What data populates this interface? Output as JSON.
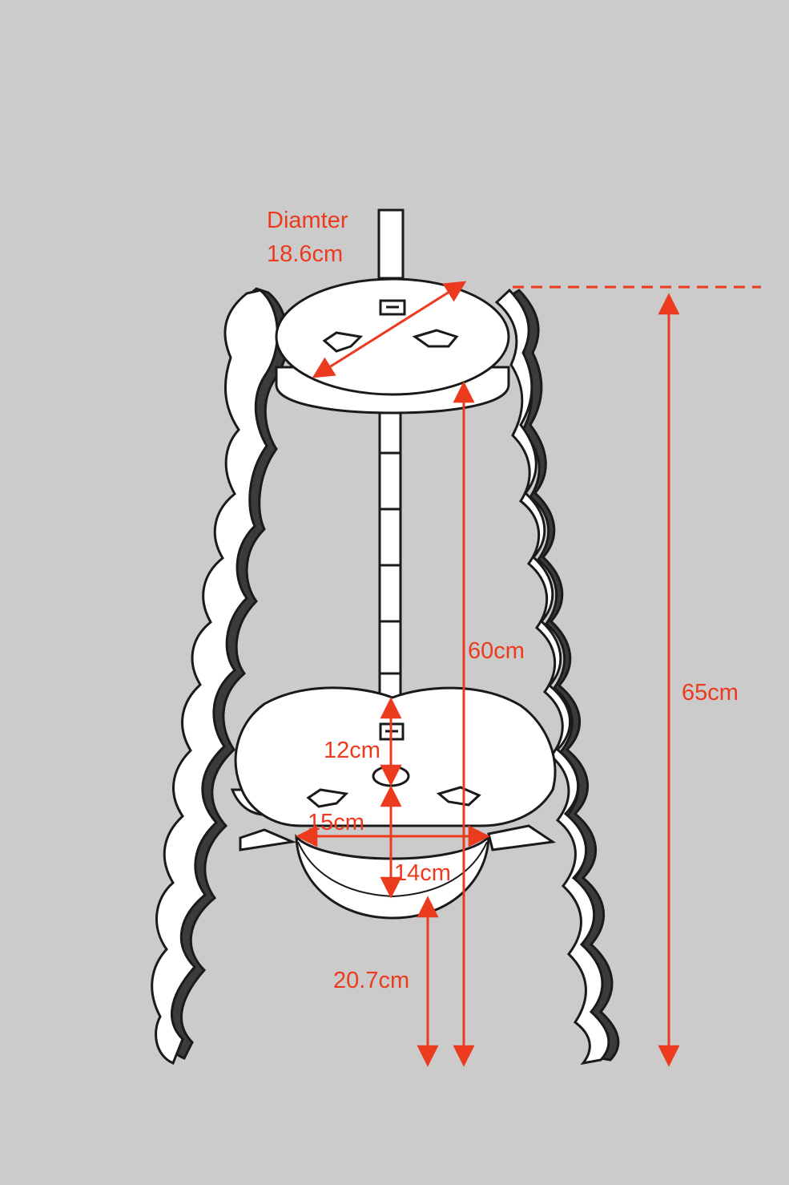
{
  "diagram": {
    "background_color": "#cbcbcb",
    "annotation_color": "#ec3a1e",
    "diameter_label_line1": "Diamter",
    "diameter_label_line2": "18.6cm",
    "dimensions": {
      "upper_shelf_height": "60cm",
      "total_height": "65cm",
      "shelf_gap": "12cm",
      "lower_tray_width": "15cm",
      "lower_tray_depth": "14cm",
      "tray_to_floor": "20.7cm"
    }
  }
}
